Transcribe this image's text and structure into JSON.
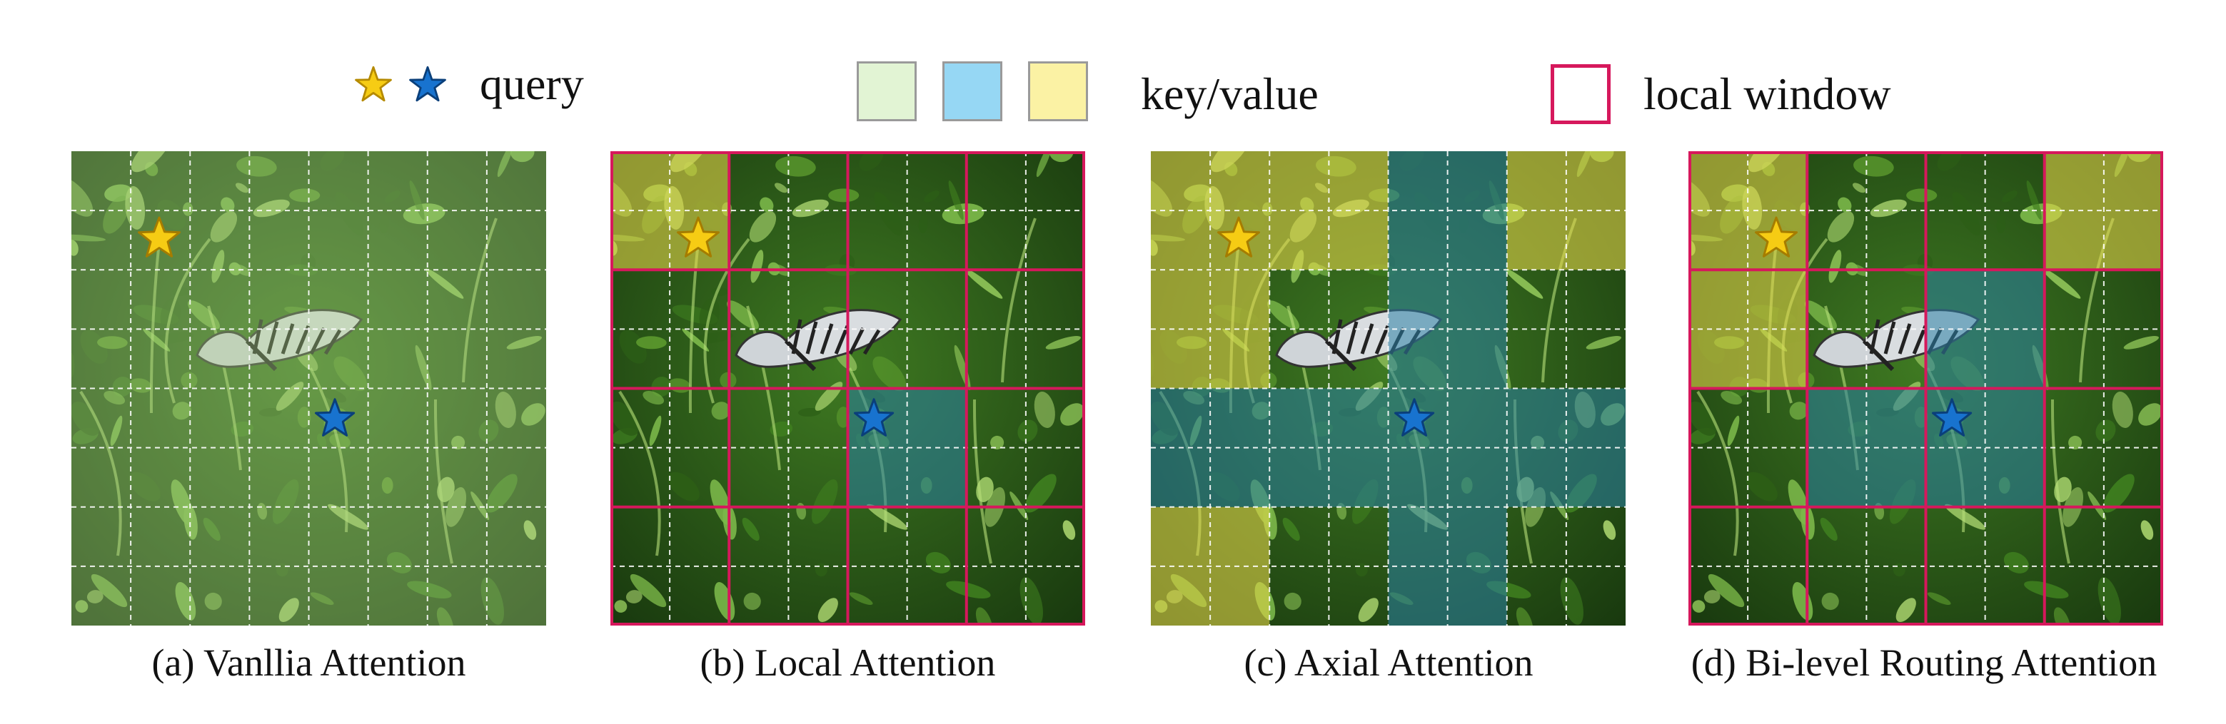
{
  "legend": {
    "query_label": "query",
    "keyvalue_label": "key/value",
    "window_label": "local window",
    "swatch_colors": [
      "#e2f4d4",
      "#96d7f4",
      "#fbf2a4"
    ],
    "window_color": "#d6185c",
    "star_colors": {
      "yellow": "#f6cc14",
      "blue": "#1873cf"
    }
  },
  "panels": [
    {
      "id": "a",
      "caption": "(a) Vanllia Attention",
      "has_windows": false,
      "yellow_cells": [],
      "blue_cells": [],
      "veil": true
    },
    {
      "id": "b",
      "caption": "(b) Local Attention",
      "has_windows": true,
      "yellow_cells": [
        [
          0,
          0
        ]
      ],
      "blue_cells": [
        [
          2,
          2
        ]
      ],
      "veil": false
    },
    {
      "id": "c",
      "caption": "(c) Axial Attention",
      "has_windows": false,
      "yellow_cells": [
        [
          0,
          0
        ],
        [
          0,
          1
        ],
        [
          0,
          3
        ],
        [
          1,
          0
        ],
        [
          3,
          0
        ]
      ],
      "blue_cells": [
        [
          0,
          2
        ],
        [
          1,
          2
        ],
        [
          2,
          0
        ],
        [
          2,
          1
        ],
        [
          2,
          2
        ],
        [
          2,
          3
        ],
        [
          3,
          2
        ]
      ],
      "veil": false
    },
    {
      "id": "d",
      "caption": "(d) Bi-level Routing Attention",
      "has_windows": true,
      "yellow_cells": [
        [
          0,
          0
        ],
        [
          0,
          3
        ],
        [
          1,
          0
        ]
      ],
      "blue_cells": [
        [
          1,
          2
        ],
        [
          2,
          1
        ],
        [
          2,
          2
        ]
      ],
      "veil": false
    }
  ]
}
